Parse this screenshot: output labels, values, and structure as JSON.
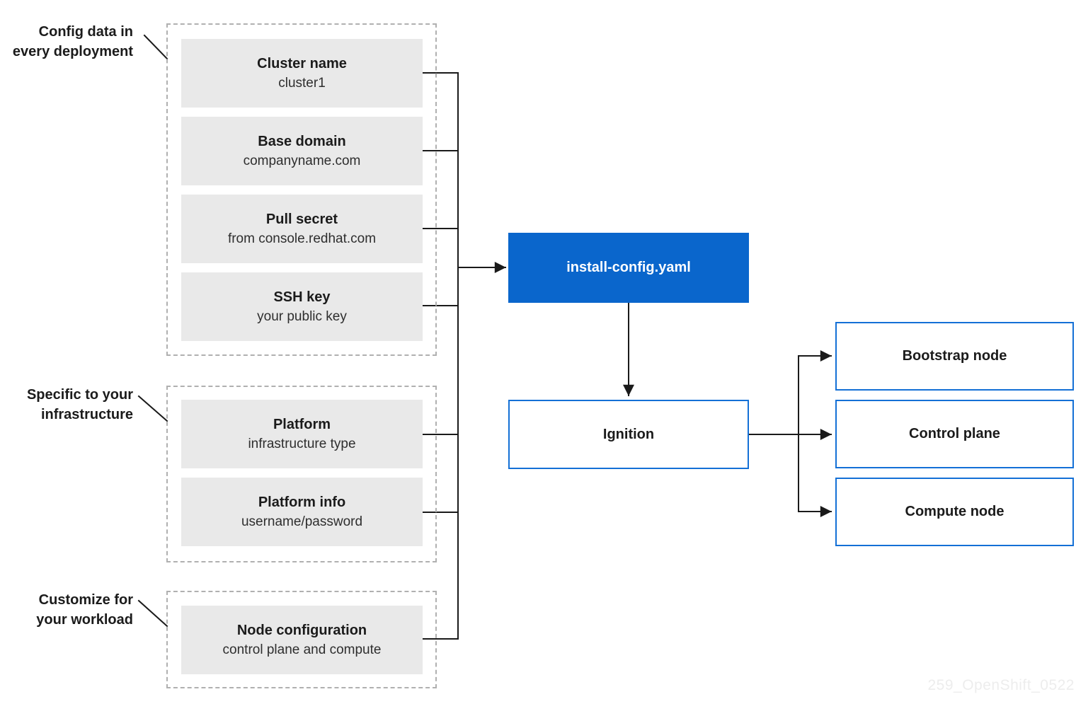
{
  "annotations": [
    {
      "text": "Config data in\nevery deployment"
    },
    {
      "text": "Specific to your\ninfrastructure"
    },
    {
      "text": "Customize for\nyour workload"
    }
  ],
  "groups": [
    {
      "name": "config-data-in-every-deployment",
      "items": [
        {
          "title": "Cluster name",
          "subtitle": "cluster1"
        },
        {
          "title": "Base domain",
          "subtitle": "companyname.com"
        },
        {
          "title": "Pull secret",
          "subtitle": "from console.redhat.com"
        },
        {
          "title": "SSH key",
          "subtitle": "your public key"
        }
      ]
    },
    {
      "name": "specific-to-your-infrastructure",
      "items": [
        {
          "title": "Platform",
          "subtitle": "infrastructure type"
        },
        {
          "title": "Platform info",
          "subtitle": "username/password"
        }
      ]
    },
    {
      "name": "customize-for-your-workload",
      "items": [
        {
          "title": "Node configuration",
          "subtitle": "control plane and compute"
        }
      ]
    }
  ],
  "artifacts": {
    "install_config": {
      "label": "install-config.yaml"
    },
    "ignition": {
      "label": "Ignition"
    }
  },
  "targets": [
    {
      "label": "Bootstrap node"
    },
    {
      "label": "Control plane"
    },
    {
      "label": "Compute node"
    }
  ],
  "edges": {
    "inputs_to_install_config": [
      "Cluster name",
      "Base domain",
      "Pull secret",
      "SSH key",
      "Platform",
      "Platform info",
      "Node configuration"
    ],
    "install_config_to": "Ignition",
    "ignition_to": [
      "Bootstrap node",
      "Control plane",
      "Compute node"
    ]
  },
  "watermark": "259_OpenShift_0522",
  "colors": {
    "accent_blue_fill": "#0a66cc",
    "accent_blue_border": "#1470d6",
    "item_gray": "#e9e9e9",
    "dashed_border_gray": "#b0b0b0",
    "line_black": "#1a1a1a",
    "text_dark": "#1b1b1b",
    "watermark_gray": "#ededed"
  }
}
